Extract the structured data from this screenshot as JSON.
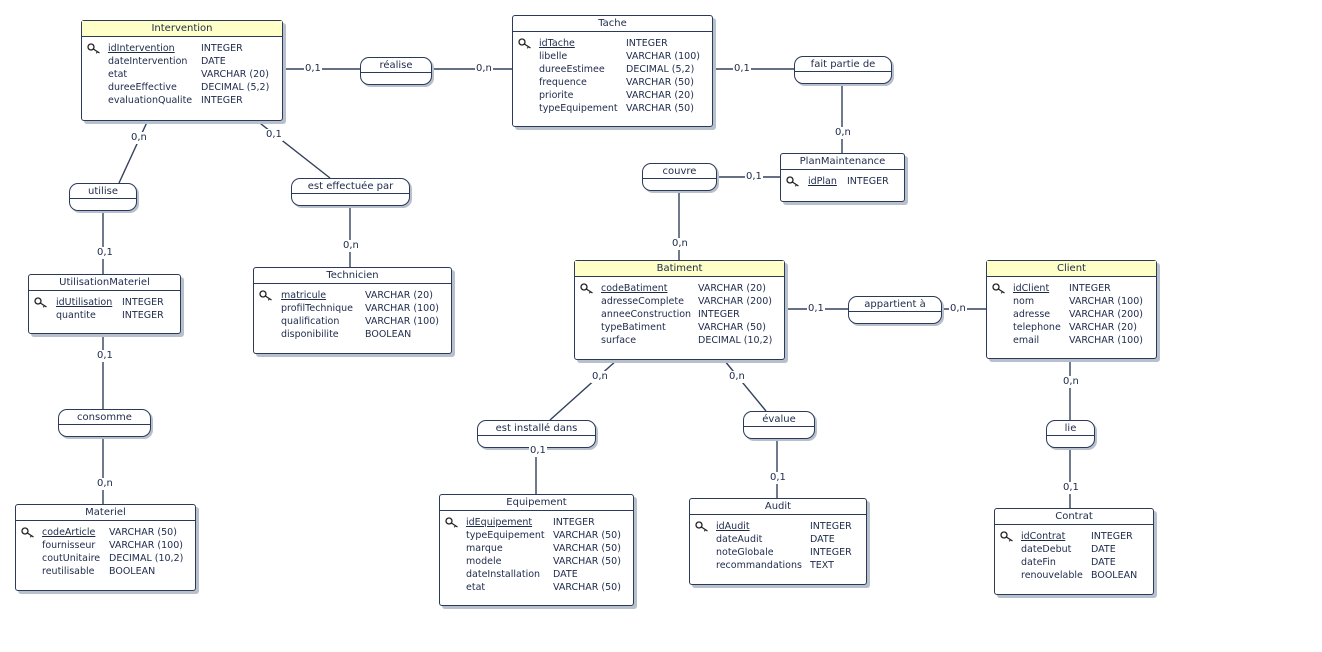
{
  "entities": {
    "intervention": {
      "title": "Intervention",
      "attributes": [
        {
          "name": "idIntervention",
          "type": "INTEGER",
          "pk": true
        },
        {
          "name": "dateIntervention",
          "type": "DATE"
        },
        {
          "name": "etat",
          "type": "VARCHAR (20)"
        },
        {
          "name": "dureeEffective",
          "type": "DECIMAL (5,2)"
        },
        {
          "name": "evaluationQualite",
          "type": "INTEGER"
        }
      ]
    },
    "tache": {
      "title": "Tache",
      "attributes": [
        {
          "name": "idTache",
          "type": "INTEGER",
          "pk": true
        },
        {
          "name": "libelle",
          "type": "VARCHAR (100)"
        },
        {
          "name": "dureeEstimee",
          "type": "DECIMAL (5,2)"
        },
        {
          "name": "frequence",
          "type": "VARCHAR (50)"
        },
        {
          "name": "priorite",
          "type": "VARCHAR (20)"
        },
        {
          "name": "typeEquipement",
          "type": "VARCHAR (50)"
        }
      ]
    },
    "planmaintenance": {
      "title": "PlanMaintenance",
      "attributes": [
        {
          "name": "idPlan",
          "type": "INTEGER",
          "pk": true
        }
      ]
    },
    "utilisationmateriel": {
      "title": "UtilisationMateriel",
      "attributes": [
        {
          "name": "idUtilisation",
          "type": "INTEGER",
          "pk": true
        },
        {
          "name": "quantite",
          "type": "INTEGER"
        }
      ]
    },
    "technicien": {
      "title": "Technicien",
      "attributes": [
        {
          "name": "matricule",
          "type": "VARCHAR (20)",
          "pk": true
        },
        {
          "name": "profilTechnique",
          "type": "VARCHAR (100)"
        },
        {
          "name": "qualification",
          "type": "VARCHAR (100)"
        },
        {
          "name": "disponibilite",
          "type": "BOOLEAN"
        }
      ]
    },
    "batiment": {
      "title": "Batiment",
      "attributes": [
        {
          "name": "codeBatiment",
          "type": "VARCHAR (20)",
          "pk": true
        },
        {
          "name": "adresseComplete",
          "type": "VARCHAR (200)"
        },
        {
          "name": "anneeConstruction",
          "type": "INTEGER"
        },
        {
          "name": "typeBatiment",
          "type": "VARCHAR (50)"
        },
        {
          "name": "surface",
          "type": "DECIMAL (10,2)"
        }
      ]
    },
    "client": {
      "title": "Client",
      "attributes": [
        {
          "name": "idClient",
          "type": "INTEGER",
          "pk": true
        },
        {
          "name": "nom",
          "type": "VARCHAR (100)"
        },
        {
          "name": "adresse",
          "type": "VARCHAR (200)"
        },
        {
          "name": "telephone",
          "type": "VARCHAR (20)"
        },
        {
          "name": "email",
          "type": "VARCHAR (100)"
        }
      ]
    },
    "materiel": {
      "title": "Materiel",
      "attributes": [
        {
          "name": "codeArticle",
          "type": "VARCHAR (50)",
          "pk": true
        },
        {
          "name": "fournisseur",
          "type": "VARCHAR (100)"
        },
        {
          "name": "coutUnitaire",
          "type": "DECIMAL (10,2)"
        },
        {
          "name": "reutilisable",
          "type": "BOOLEAN"
        }
      ]
    },
    "equipement": {
      "title": "Equipement",
      "attributes": [
        {
          "name": "idEquipement",
          "type": "INTEGER",
          "pk": true
        },
        {
          "name": "typeEquipement",
          "type": "VARCHAR (50)"
        },
        {
          "name": "marque",
          "type": "VARCHAR (50)"
        },
        {
          "name": "modele",
          "type": "VARCHAR (50)"
        },
        {
          "name": "dateInstallation",
          "type": "DATE"
        },
        {
          "name": "etat",
          "type": "VARCHAR (50)"
        }
      ]
    },
    "audit": {
      "title": "Audit",
      "attributes": [
        {
          "name": "idAudit",
          "type": "INTEGER",
          "pk": true
        },
        {
          "name": "dateAudit",
          "type": "DATE"
        },
        {
          "name": "noteGlobale",
          "type": "INTEGER"
        },
        {
          "name": "recommandations",
          "type": "TEXT"
        }
      ]
    },
    "contrat": {
      "title": "Contrat",
      "attributes": [
        {
          "name": "idContrat",
          "type": "INTEGER",
          "pk": true
        },
        {
          "name": "dateDebut",
          "type": "DATE"
        },
        {
          "name": "dateFin",
          "type": "DATE"
        },
        {
          "name": "renouvelable",
          "type": "BOOLEAN"
        }
      ]
    }
  },
  "relations": {
    "realise": "réalise",
    "fait_partie_de": "fait partie de",
    "utilise": "utilise",
    "est_effectuee_par": "est effectuée par",
    "couvre": "couvre",
    "appartient_a": "appartient à",
    "consomme": "consomme",
    "est_installe_dans": "est installé dans",
    "evalue": "évalue",
    "lie": "lie"
  },
  "cardinalities": {
    "realise_intervention": "0,1",
    "realise_tache": "0,n",
    "faitpartie_tache": "0,1",
    "faitpartie_plan": "0,n",
    "utilise_intervention": "0,n",
    "utilise_utilisation": "0,1",
    "effectuee_intervention": "0,1",
    "effectuee_technicien": "0,n",
    "couvre_plan": "0,1",
    "couvre_batiment": "0,n",
    "appartient_batiment": "0,1",
    "appartient_client": "0,n",
    "consomme_utilisation": "0,1",
    "consomme_materiel": "0,n",
    "installe_batiment": "0,n",
    "installe_equipement": "0,1",
    "evalue_batiment": "0,n",
    "evalue_audit": "0,1",
    "lie_client": "0,n",
    "lie_contrat": "0,1"
  }
}
